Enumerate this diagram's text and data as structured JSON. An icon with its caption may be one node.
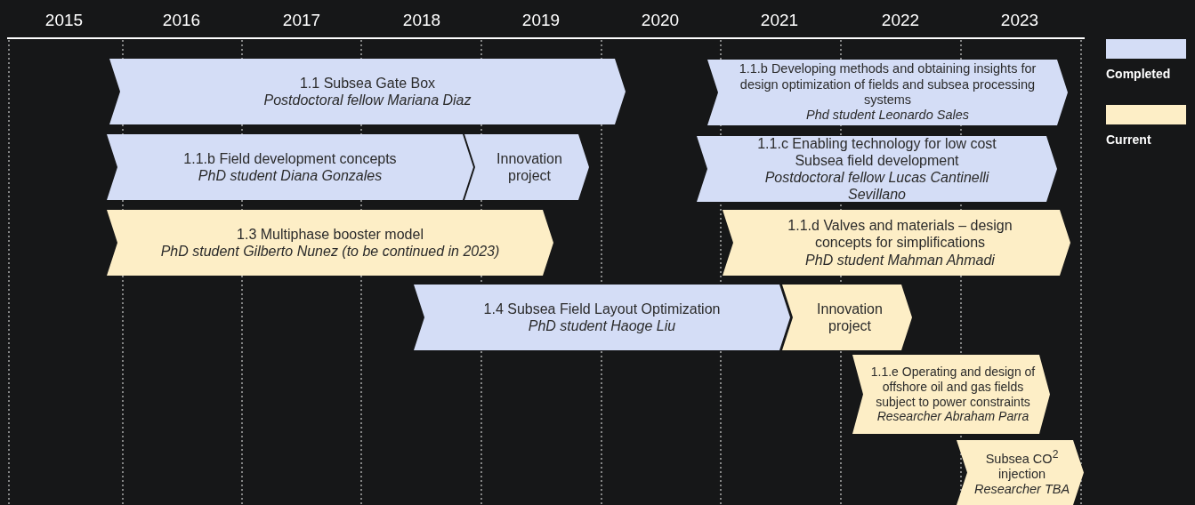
{
  "diagram": {
    "nodes": [
      {
        "text": [
          "1.1 Subsea Gate Box",
          "Postdoctoral fellow Mariana Diaz"
        ]
      },
      {
        "text": [
          "1.1.b Developing methods and obtaining insights for design optimization of fields and subsea processing systems",
          "Phd student Leonardo Sales"
        ]
      },
      {
        "text": [
          "1.1.b Field development concepts",
          "PhD student Diana Gonzales"
        ]
      },
      {
        "text": [
          "Innovation project"
        ]
      },
      {
        "text": [
          "1.1.c Enabling technology for low cost Subsea field development",
          "Postdoctoral fellow Lucas Cantinelli Sevillano"
        ]
      },
      {
        "text": [
          "1.3 Multiphase booster model",
          "PhD student Gilberto Nunez (to be continued in 2023)"
        ]
      },
      {
        "text": [
          "1.1.d Valves and materials – design concepts for simplifications",
          "PhD student Mahman Ahmadi"
        ]
      },
      {
        "text": [
          "1.4 Subsea Field Layout Optimization",
          "PhD student Haoge Liu"
        ]
      },
      {
        "text": [
          "Innovation project"
        ]
      },
      {
        "text": [
          "1.1.e Operating and design of offshore oil and gas fields subject to power constraints",
          "Researcher Abraham Parra"
        ]
      },
      {
        "text": [
          "Subsea CO$^{2}$ injection",
          "Researcher TBA"
        ]
      }
    ],
    "edges": [],
    "labels": [
      "2015",
      "2016",
      "2017",
      "2018",
      "2019",
      "2020",
      "2021",
      "2022",
      "2023"
    ],
    "legend": [
      {
        "text": "Completed",
        "color": "#d4ddf6"
      },
      {
        "text": "Current",
        "color": "#fdeec6"
      }
    ]
  }
}
